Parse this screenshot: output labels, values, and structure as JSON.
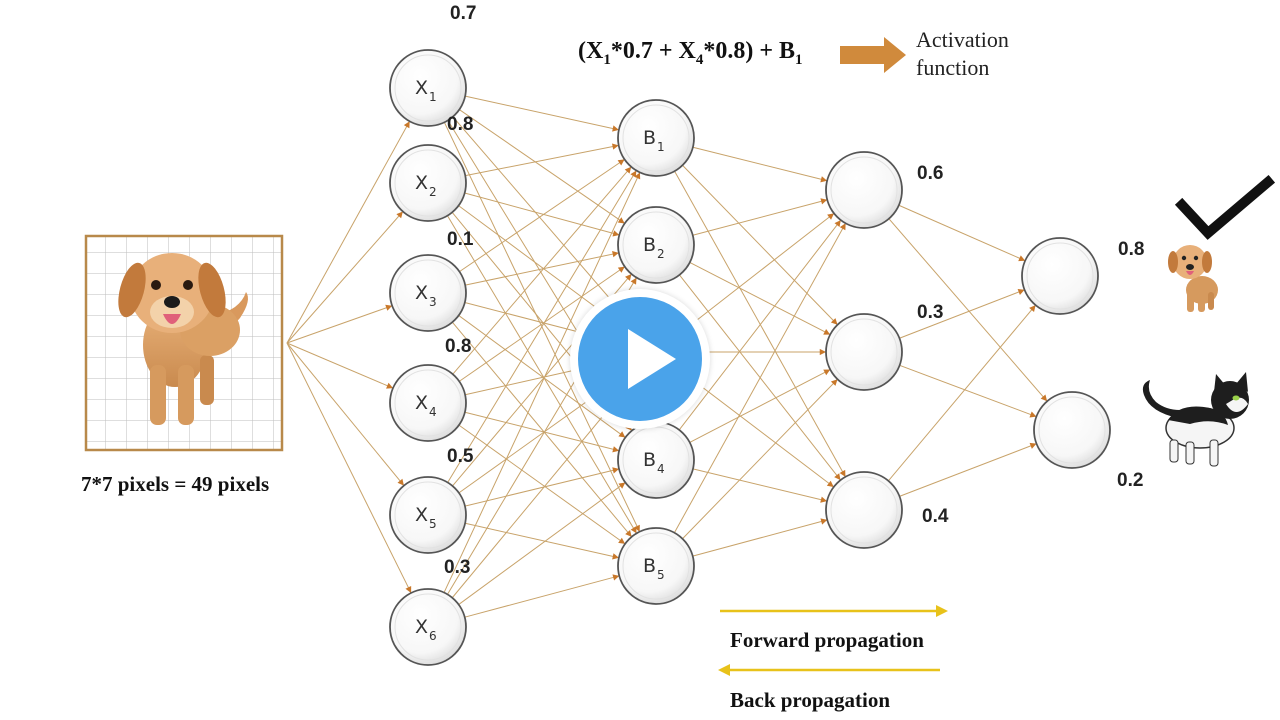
{
  "caption": "7*7 pixels = 49 pixels",
  "formula": {
    "lead": "(X",
    "s1": "1",
    "p1": "*0.7 + X",
    "s2": "4",
    "p2": "*0.8) + B",
    "s3": "1"
  },
  "activation": {
    "line1": "Activation",
    "line2": "function"
  },
  "inputs": [
    {
      "label": "X",
      "sub": "1",
      "weight": "0.7"
    },
    {
      "label": "X",
      "sub": "2",
      "weight": "0.8"
    },
    {
      "label": "X",
      "sub": "3",
      "weight": "0.1"
    },
    {
      "label": "X",
      "sub": "4",
      "weight": "0.8"
    },
    {
      "label": "X",
      "sub": "5",
      "weight": "0.5"
    },
    {
      "label": "X",
      "sub": "6",
      "weight": "0.3"
    }
  ],
  "hidden1": [
    {
      "label": "B",
      "sub": "1"
    },
    {
      "label": "B",
      "sub": "2"
    },
    {
      "label": "B",
      "sub": ""
    },
    {
      "label": "B",
      "sub": "4"
    },
    {
      "label": "B",
      "sub": "5"
    }
  ],
  "hidden2": [
    {
      "weight": "0.6"
    },
    {
      "weight": "0.3"
    },
    {
      "weight": "0.4"
    }
  ],
  "outputs": [
    {
      "value": "0.8",
      "class_icon": "dog-icon",
      "checked": true
    },
    {
      "value": "0.2",
      "class_icon": "cat-icon",
      "checked": false
    }
  ],
  "legend": {
    "forward": "Forward propagation",
    "back": "Back propagation"
  },
  "colors": {
    "edge": "#c8a36a",
    "arrow_head": "#c9782a",
    "legend_arrow": "#e8c21a",
    "node_stroke": "#555555",
    "big_arrow": "#d08a3c",
    "play": "#4aa3ea"
  }
}
